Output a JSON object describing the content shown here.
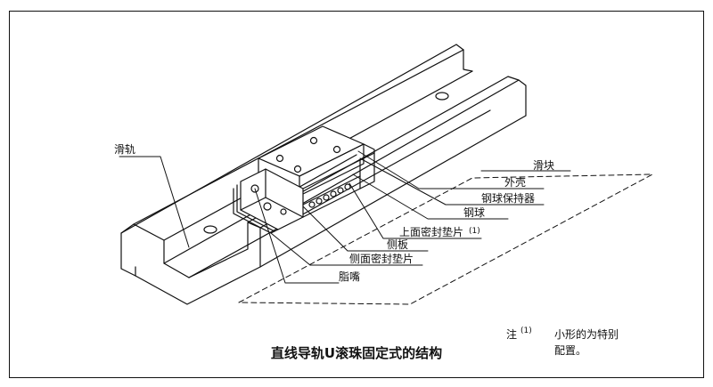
{
  "diagram": {
    "title": "直线导轨U滚珠固定式的结构",
    "labels": {
      "rail": "滑轨",
      "block": "滑块",
      "casing": "外壳",
      "ball_retainer": "钢球保持器",
      "ball": "钢球",
      "top_seal": "上面密封垫片",
      "top_seal_note_mark": "(1)",
      "end_plate": "侧板",
      "end_seal": "侧面密封垫片",
      "grease_nipple": "脂嘴"
    },
    "note": {
      "prefix": "注",
      "mark": "(1)",
      "line1": "小形的为特别",
      "line2": "配置。"
    }
  }
}
